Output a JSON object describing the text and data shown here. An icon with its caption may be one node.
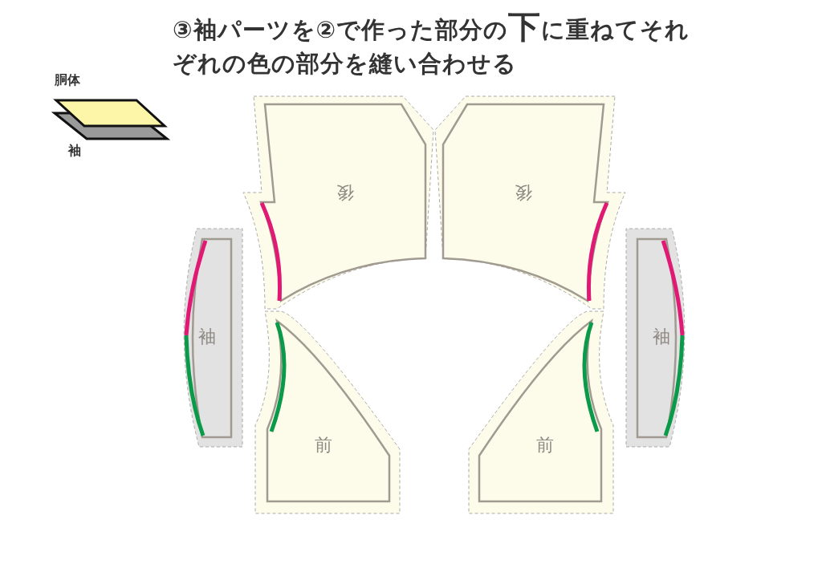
{
  "diagram": {
    "title": "③袖パーツを②で作った部分の**下**に重ねてそれぞれの色の部分を縫い合わせる",
    "nodes": [
      {
        "text": [
          "後"
        ]
      },
      {
        "text": [
          "後"
        ]
      },
      {
        "text": [
          "袖"
        ]
      },
      {
        "text": [
          "袖"
        ]
      },
      {
        "text": [
          "前"
        ]
      },
      {
        "text": [
          "前"
        ]
      }
    ],
    "legend": [
      {
        "text": "胴体",
        "color": "#fdf6a8"
      },
      {
        "text": "袖",
        "color": "#9a9a9a"
      }
    ]
  }
}
